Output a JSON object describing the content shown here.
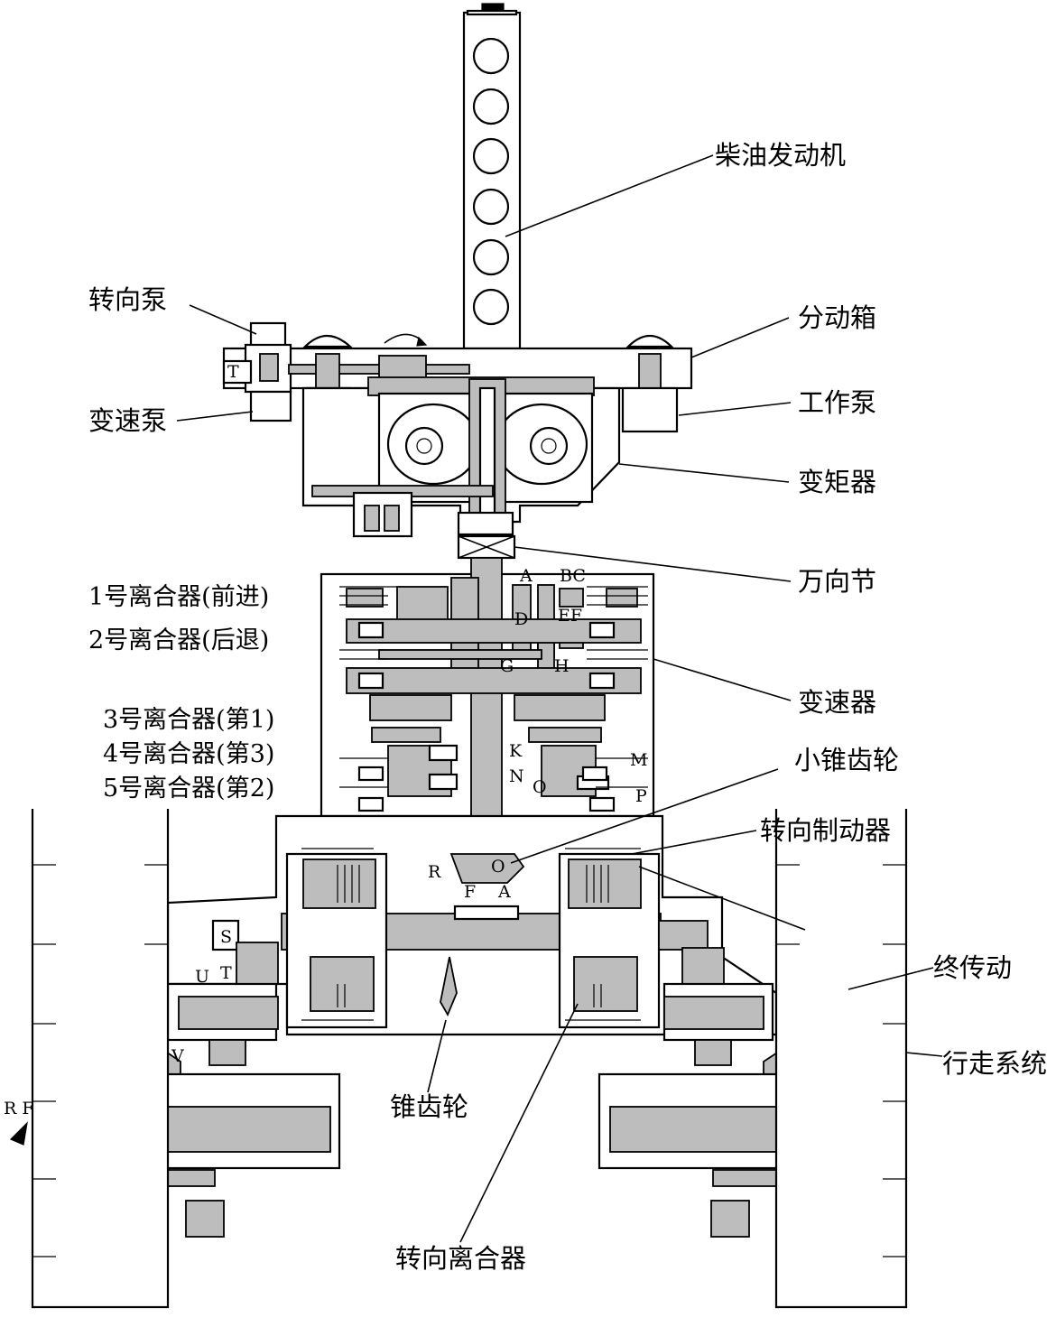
{
  "labels": {
    "diesel_engine": "柴油发动机",
    "steering_pump": "转向泵",
    "transfer_box": "分动箱",
    "shift_pump": "变速泵",
    "work_pump": "工作泵",
    "torque_converter": "变矩器",
    "universal_joint": "万向节",
    "clutch_1": "1号离合器(前进)",
    "clutch_2": "2号离合器(后退)",
    "transmission": "变速器",
    "clutch_3": "3号离合器(第1)",
    "clutch_4": "4号离合器(第3)",
    "clutch_5": "5号离合器(第2)",
    "small_bevel_gear": "小锥齿轮",
    "steering_brake": "转向制动器",
    "final_drive": "终传动",
    "travel_system": "行走系统",
    "bevel_gear": "锥齿轮",
    "steering_clutch": "转向离合器"
  },
  "letters": {
    "T_pump": "T",
    "A": "A",
    "BC": "BC",
    "D": "D",
    "EF": "EF",
    "G": "G",
    "H": "H",
    "K": "K",
    "M": "M",
    "N": "N",
    "O": "O",
    "P": "P",
    "R": "R",
    "O2": "O",
    "F": "F",
    "A2": "A",
    "S": "S",
    "U": "U",
    "T": "T",
    "V": "V",
    "RF": "R F"
  }
}
